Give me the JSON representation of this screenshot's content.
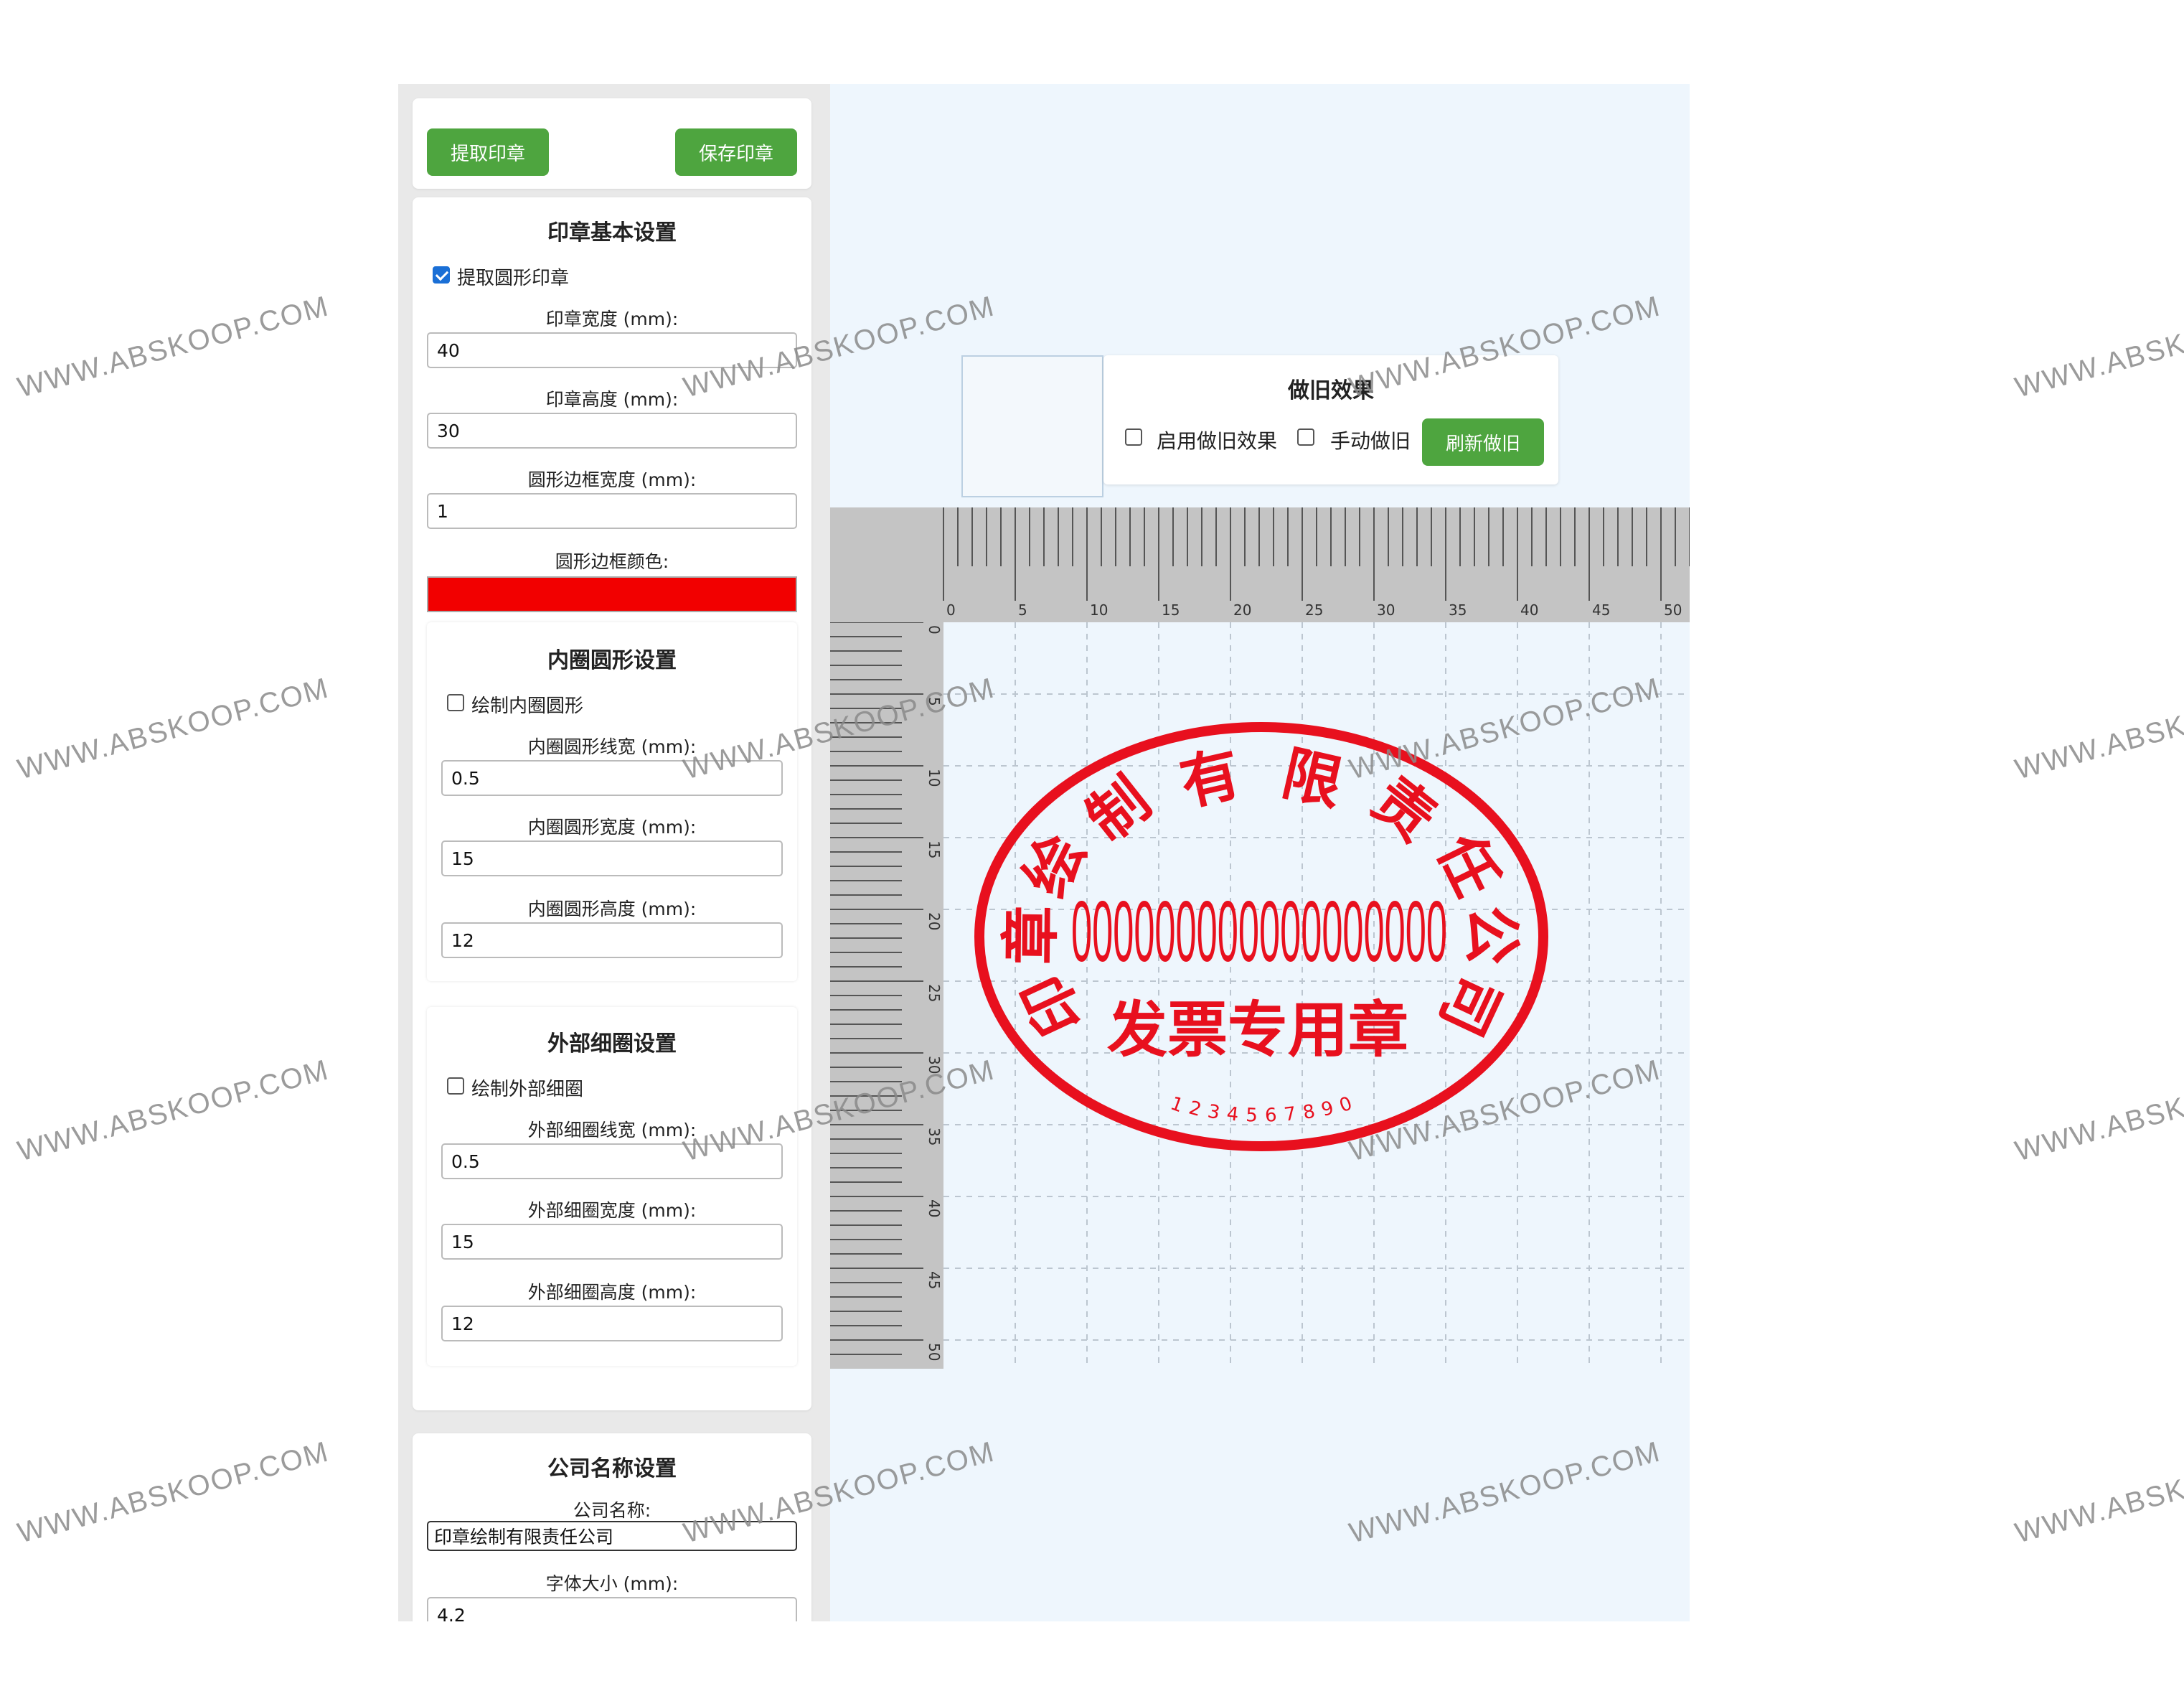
{
  "toolbar": {
    "extract_label": "提取印章",
    "save_label": "保存印章"
  },
  "basic": {
    "title": "印章基本设置",
    "extract_circle_label": "提取圆形印章",
    "extract_circle_checked": true,
    "width_label": "印章宽度 (mm):",
    "width_value": "40",
    "height_label": "印章高度 (mm):",
    "height_value": "30",
    "border_width_label": "圆形边框宽度 (mm):",
    "border_width_value": "1",
    "border_color_label": "圆形边框颜色:",
    "border_color": "#f20000"
  },
  "inner": {
    "title": "内圈圆形设置",
    "draw_label": "绘制内圈圆形",
    "draw_checked": false,
    "line_width_label": "内圈圆形线宽 (mm):",
    "line_width_value": "0.5",
    "width_label": "内圈圆形宽度 (mm):",
    "width_value": "15",
    "height_label": "内圈圆形高度 (mm):",
    "height_value": "12"
  },
  "outer": {
    "title": "外部细圈设置",
    "draw_label": "绘制外部细圈",
    "draw_checked": false,
    "line_width_label": "外部细圈线宽 (mm):",
    "line_width_value": "0.5",
    "width_label": "外部细圈宽度 (mm):",
    "width_value": "15",
    "height_label": "外部细圈高度 (mm):",
    "height_value": "12"
  },
  "company": {
    "title": "公司名称设置",
    "name_label": "公司名称:",
    "name_value": "印章绘制有限责任公司",
    "font_size_label": "字体大小 (mm):",
    "font_size_value": "4.2"
  },
  "aging": {
    "title": "做旧效果",
    "enable_label": "启用做旧效果",
    "enable_checked": false,
    "manual_label": "手动做旧",
    "manual_checked": false,
    "refresh_label": "刷新做旧"
  },
  "ruler": {
    "h_labels": [
      "0",
      "5",
      "10",
      "15",
      "20",
      "25",
      "30",
      "35",
      "40",
      "45",
      "50"
    ],
    "v_labels": [
      "0",
      "5",
      "10",
      "15",
      "20",
      "25",
      "30",
      "35",
      "40",
      "45",
      "50"
    ]
  },
  "stamp": {
    "company_chars": [
      "印",
      "章",
      "绘",
      "制",
      "有",
      "限",
      "责",
      "任",
      "公",
      "司"
    ],
    "code": "000000000000000000",
    "center_text": "发票专用章",
    "serial": "1234567890",
    "color": "#e8101e"
  },
  "watermark": {
    "text": "WWW.ABSKOOP.COM"
  }
}
